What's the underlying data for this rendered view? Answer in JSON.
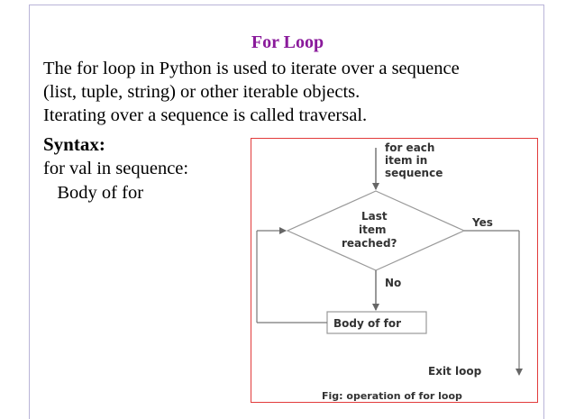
{
  "slide": {
    "title": "For Loop",
    "description_lines": [
      "The for loop in Python is used to iterate over a sequence",
      "(list, tuple, string) or other iterable objects.",
      "Iterating over a sequence is called traversal."
    ],
    "syntax_heading": "Syntax:",
    "syntax_lines": [
      "for val in sequence:",
      "   Body of for"
    ]
  },
  "flowchart": {
    "start_lines": [
      "for each",
      "item in",
      "sequence"
    ],
    "decision_lines": [
      "Last",
      "item",
      "reached?"
    ],
    "yes_label": "Yes",
    "no_label": "No",
    "body_label": "Body of for",
    "exit_label": "Exit loop",
    "caption": "Fig: operation of for loop"
  },
  "colors": {
    "title": "#8a1a9b",
    "figure_border": "#e23b3b",
    "frame_border": "#b9b4d8"
  }
}
